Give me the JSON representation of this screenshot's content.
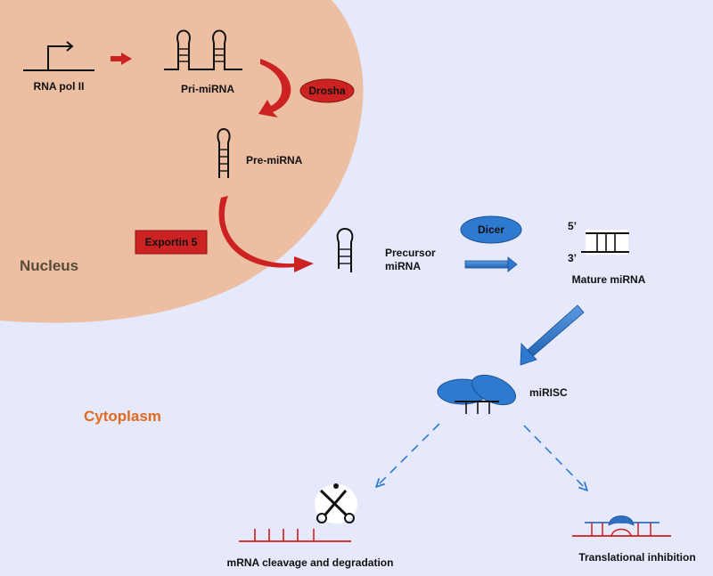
{
  "colors": {
    "background": "#e6e9fb",
    "nucleus": "#ecbfa2",
    "enzyme_red": "#cc2222",
    "enzyme_blue": "#2f7ad1",
    "mrna": "#cc1f1f",
    "ribosome_blue": "#2e6fc2",
    "cytoplasm_text": "#e06b1f",
    "nucleus_text": "#5a4a3a"
  },
  "regions": {
    "nucleus": "Nucleus",
    "cytoplasm": "Cytoplasm"
  },
  "labels": {
    "rna_pol": "RNA pol II",
    "pri_mirna": "Pri-miRNA",
    "drosha": "Drosha",
    "pre_mirna": "Pre-miRNA",
    "exportin": "Exportin 5",
    "precursor_line1": "Precursor",
    "precursor_line2": "miRNA",
    "dicer": "Dicer",
    "five_prime": "5’",
    "three_prime": "3’",
    "mature": "Mature miRNA",
    "mirisc": "miRISC",
    "cleavage": "mRNA cleavage and degradation",
    "inhibition": "Translational inhibition"
  },
  "icons": [
    "promoter-arrow-icon",
    "hairpin-icon",
    "scissors-icon",
    "ribosome-icon"
  ]
}
